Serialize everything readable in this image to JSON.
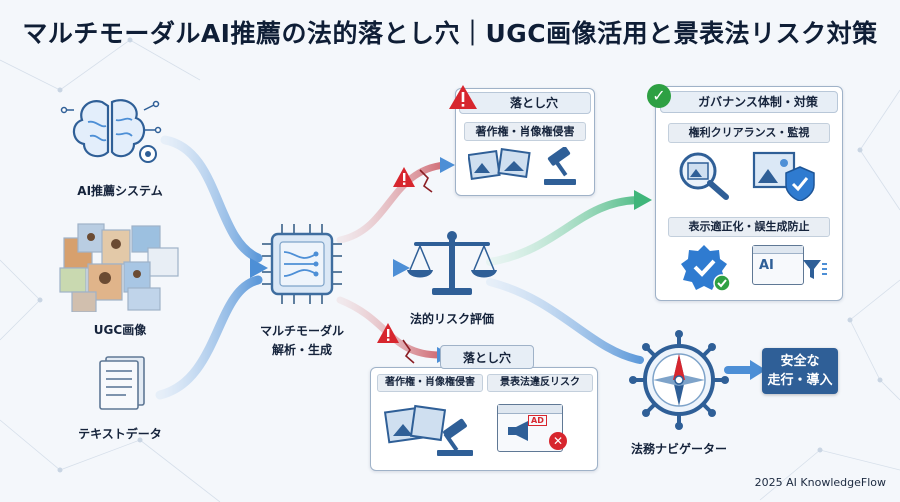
{
  "title": "マルチモーダルAI推薦の法的落とし穴｜UGC画像活用と景表法リスク対策",
  "inputs": {
    "ai": "AI推薦システム",
    "ugc": "UGC画像",
    "text": "テキストデータ"
  },
  "processor": {
    "line1": "マルチモーダル",
    "line2": "解析・生成"
  },
  "risk_eval": "法的リスク評価",
  "pitfall_top": {
    "header": "落とし穴",
    "item": "著作権・肖像権侵害"
  },
  "pitfall_bottom": {
    "header": "落とし穴",
    "item1": "著作権・肖像権侵害",
    "item2": "景表法違反リスク"
  },
  "governance": {
    "header": "ガバナンス体制・対策",
    "item1": "権利クリアランス・監視",
    "item2": "表示適正化・誤生成防止"
  },
  "navigator": "法務ナビゲーター",
  "result": {
    "line1": "安全な",
    "line2": "走行・導入"
  },
  "ad_label": "AD",
  "ai_tag": "AI",
  "footer": "2025 AI KnowledgeFlow",
  "colors": {
    "accent_blue": "#2f5f97",
    "warning_red": "#d7262e",
    "success_green": "#2ea043",
    "panel_border": "#9fb2c8"
  }
}
